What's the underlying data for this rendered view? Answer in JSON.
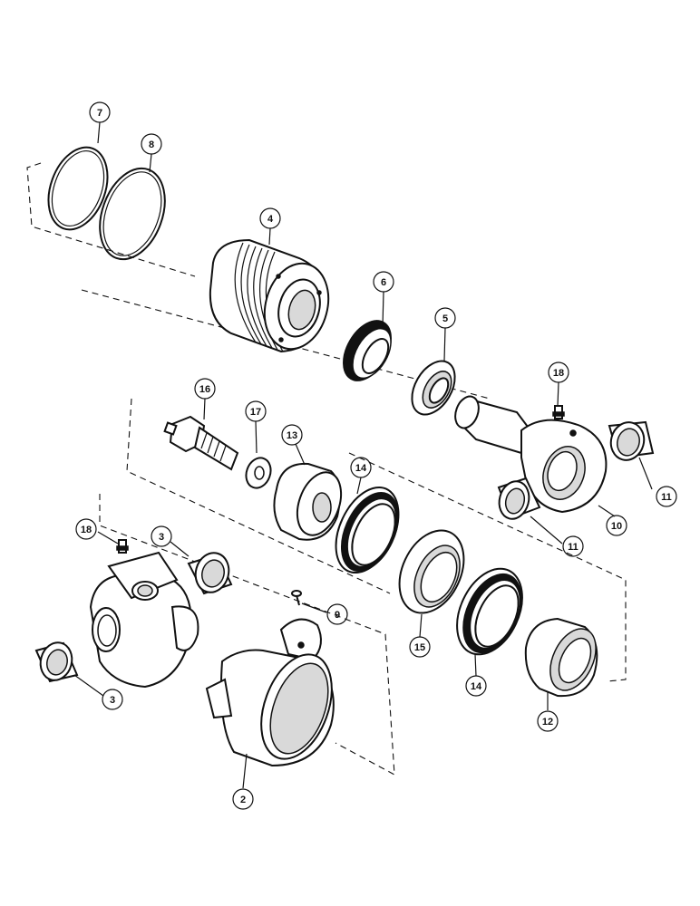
{
  "callouts": {
    "c7": "7",
    "c8": "8",
    "c4": "4",
    "c6": "6",
    "c5": "5",
    "c18a": "18",
    "c16": "16",
    "c17": "17",
    "c13": "13",
    "c14a": "14",
    "c11a": "11",
    "c11b": "11",
    "c10": "10",
    "c18b": "18",
    "c3a": "3",
    "c9": "9",
    "c3b": "3",
    "c15": "15",
    "c14b": "14",
    "c12": "12",
    "c2": "2"
  }
}
